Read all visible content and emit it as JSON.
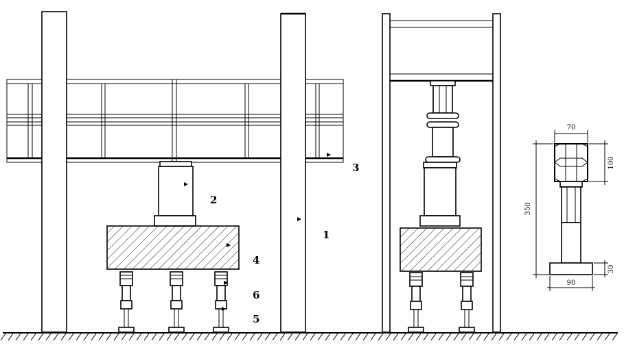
{
  "labels": {
    "one": "1",
    "two": "2",
    "three": "3",
    "four": "4",
    "five": "5",
    "six": "6"
  },
  "dimensions": {
    "top_width": "70",
    "top_height": "100",
    "total_height": "350",
    "base_height": "30",
    "base_width": "90"
  }
}
